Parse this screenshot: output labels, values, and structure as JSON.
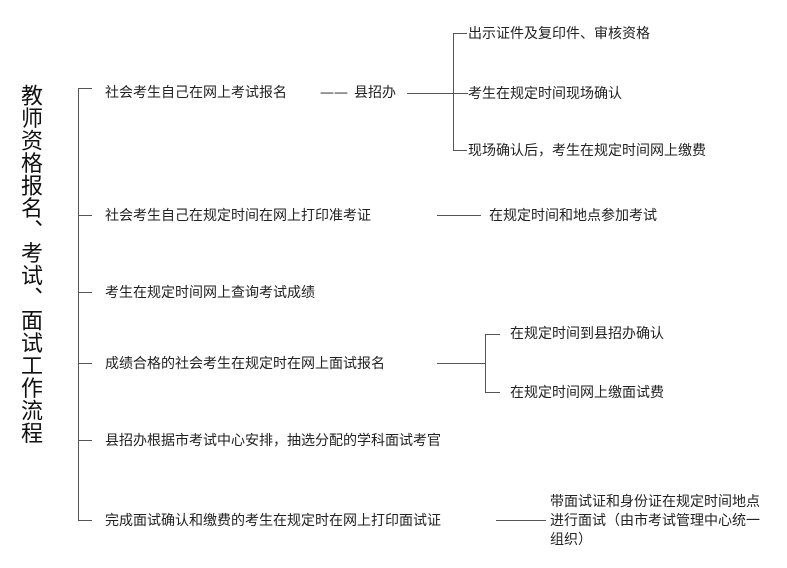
{
  "title": "教师资格报名、考试、面试工作流程",
  "steps": [
    {
      "text": "社会考生自己在网上考试报名",
      "dash": "——",
      "office": "县招办",
      "branches": [
        "出示证件及复印件、审核资格",
        "考生在规定时间现场确认",
        "现场确认后，考生在规定时间网上缴费"
      ]
    },
    {
      "text": "社会考生自己在规定时间在网上打印准考证",
      "next": "在规定时间和地点参加考试"
    },
    {
      "text": "考生在规定时间网上查询考试成绩"
    },
    {
      "text": "成绩合格的社会考生在规定时在网上面试报名",
      "branches": [
        "在规定时间到县招办确认",
        "在规定时间网上缴面试费"
      ]
    },
    {
      "text": "县招办根据市考试中心安排，抽选分配的学科面试考官"
    },
    {
      "text": "完成面试确认和缴费的考生在规定时在网上打印面试证",
      "next": "带面试证和身份证在规定时间地点进行面试（由市考试管理中心统一组织）"
    }
  ]
}
